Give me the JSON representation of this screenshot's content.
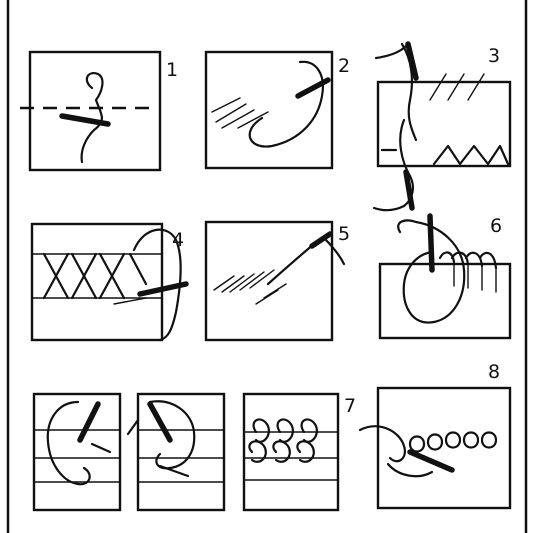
{
  "figure": {
    "labels": [
      "1",
      "2",
      "3",
      "4",
      "5",
      "6",
      "7",
      "8"
    ]
  }
}
